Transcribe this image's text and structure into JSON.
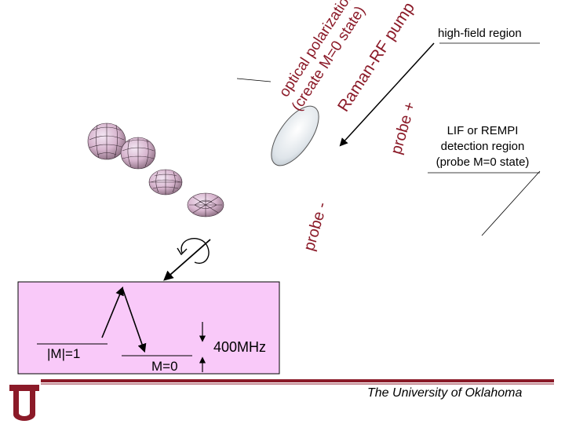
{
  "labels": {
    "optical_line1": "optical polarization",
    "optical_line2": "(create M=0 state)",
    "raman": "Raman-RF pump",
    "probe_plus": "probe +",
    "probe_minus": "probe -",
    "high_field": "high-field region",
    "lif_line1": "LIF or REMPI",
    "lif_line2": "detection region",
    "lif_line3": "(probe M=0 state)",
    "m1": "|M|=1",
    "m0": "M=0",
    "freq": "400MHz",
    "footer": "The University of Oklahoma"
  },
  "colors": {
    "accent_text": "#8b1a28",
    "energy_box": "#f9c9f9",
    "footer_rule": "#8b1a28",
    "logo": "#8b1a28"
  },
  "icons": [
    "ou-logo-icon",
    "rotation-arrow-icon",
    "probability-surface-icon"
  ]
}
